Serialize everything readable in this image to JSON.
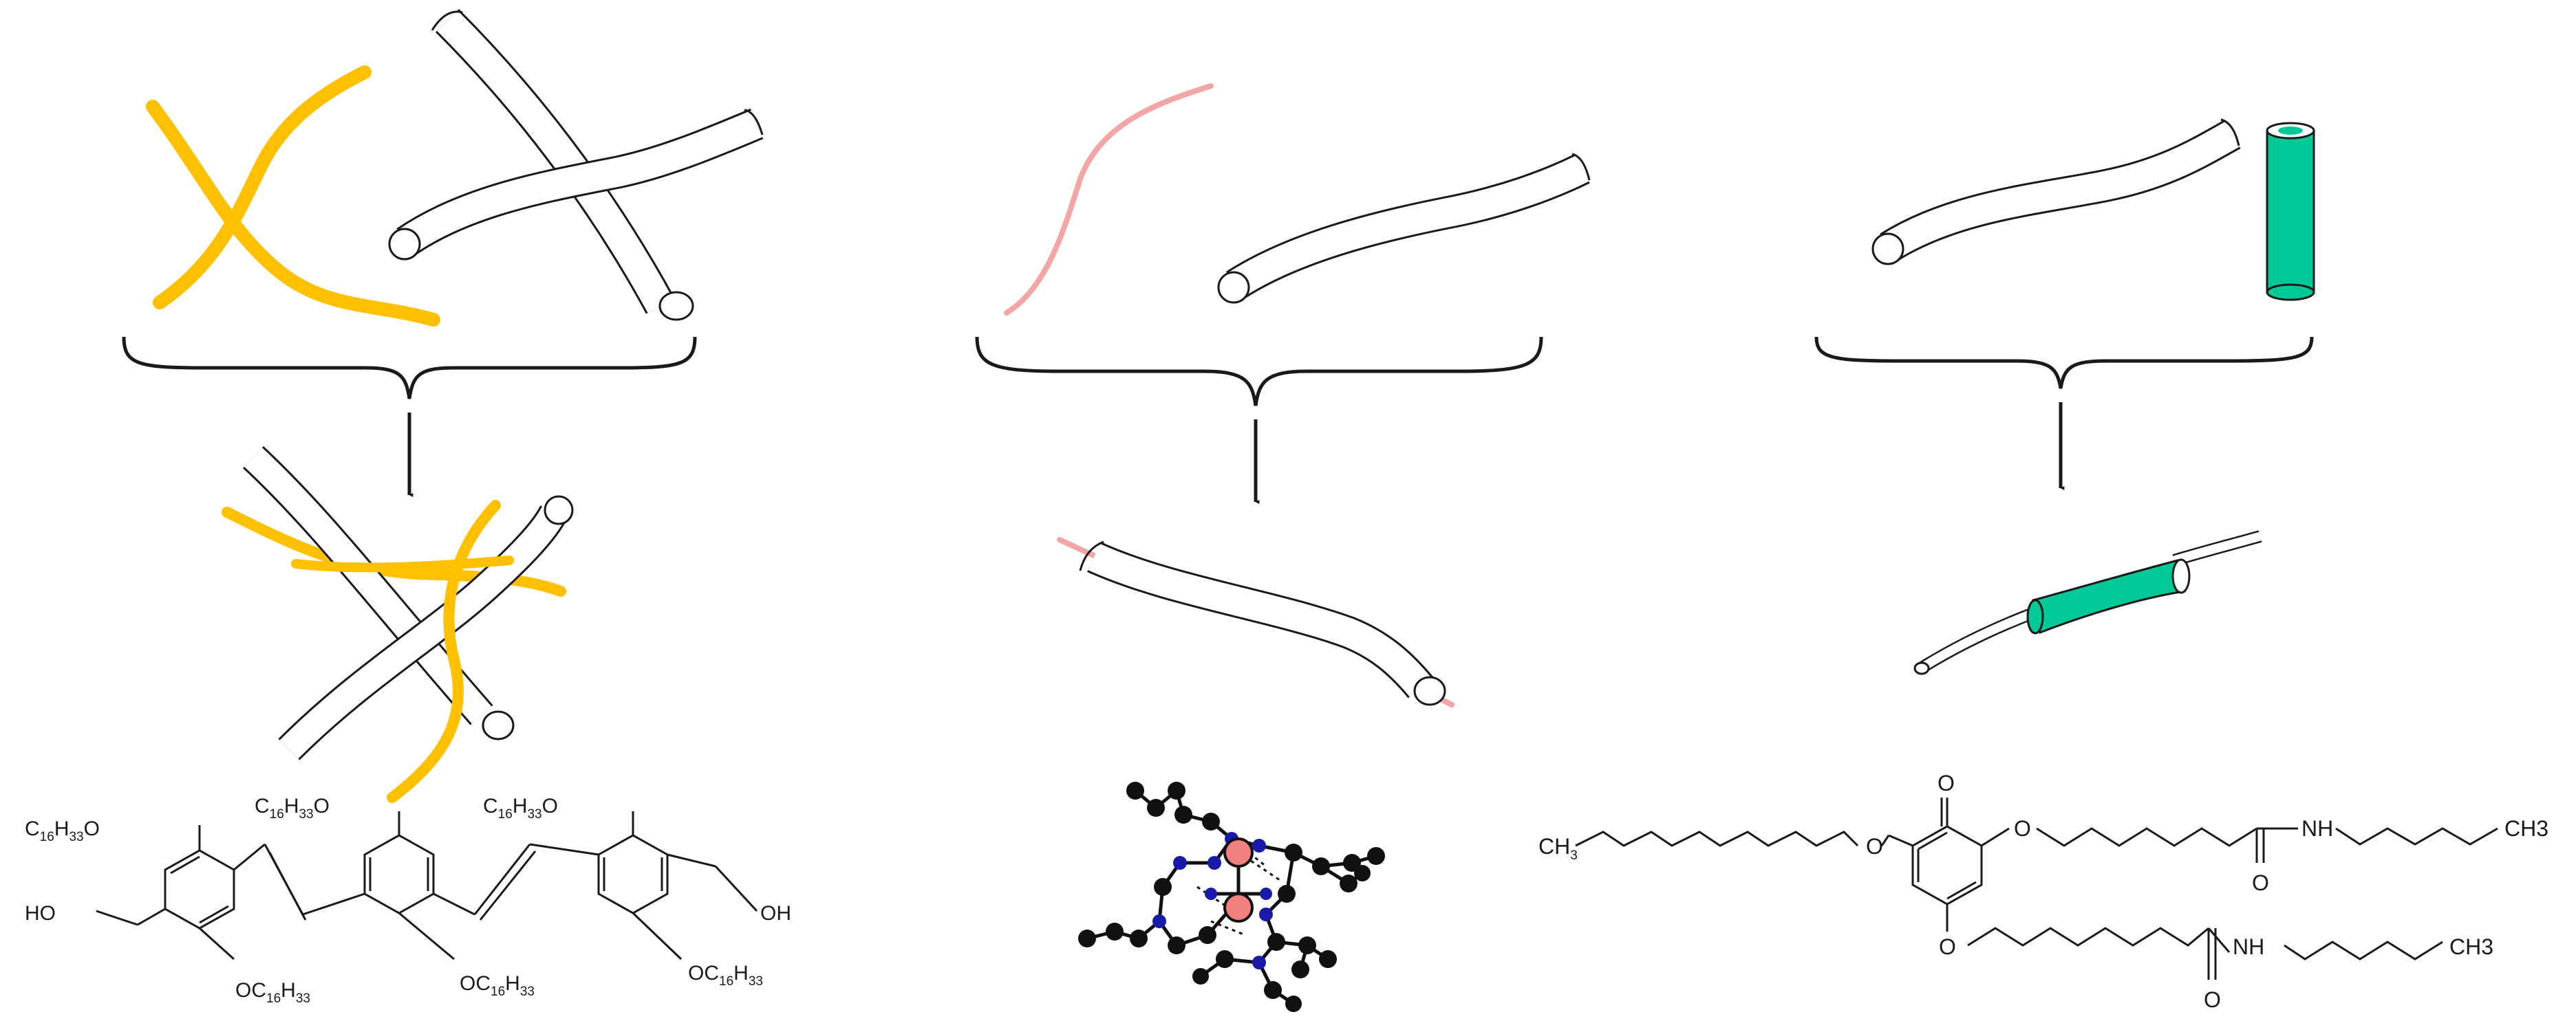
{
  "colors": {
    "yellow_fiber": "#FFC000",
    "pink_fiber": "#F4A5A5",
    "green_tube": "#00C896",
    "metal_atom": "#F08080",
    "nitrogen_atom": "#1A1AAA",
    "carbon_atom": "#111111",
    "ink": "#1A1A1A"
  },
  "panels": {
    "left": {
      "formula": {
        "top_left": {
          "pre": "C",
          "s1": "16",
          "mid": "H",
          "s2": "33",
          "post": "O"
        },
        "top_mid": {
          "pre": "C",
          "s1": "16",
          "mid": "H",
          "s2": "33",
          "post": "O"
        },
        "top_right": {
          "pre": "C",
          "s1": "16",
          "mid": "H",
          "s2": "33",
          "post": "O"
        },
        "ho_left": "HO",
        "oh_right": "OH",
        "bot_left": {
          "pre": "OC",
          "s1": "16",
          "mid": "H",
          "s2": "33"
        },
        "bot_mid": {
          "pre": "OC",
          "s1": "16",
          "mid": "H",
          "s2": "33"
        },
        "bot_right": {
          "pre": "OC",
          "s1": "16",
          "mid": "H",
          "s2": "33"
        }
      }
    },
    "middle": {},
    "right": {
      "formula": {
        "ch3_left": "CH",
        "ch3_left_sub": "3",
        "ester_o_top": "O",
        "ester_o": "O",
        "ether_o_top": "O",
        "ether_o_bottom": "O",
        "amide_o_top": "O",
        "amide_o_bottom": "O",
        "nh_top": "NH",
        "nh_bottom": "NH",
        "ch3_top": "CH3",
        "ch3_bottom": "CH3"
      }
    }
  }
}
